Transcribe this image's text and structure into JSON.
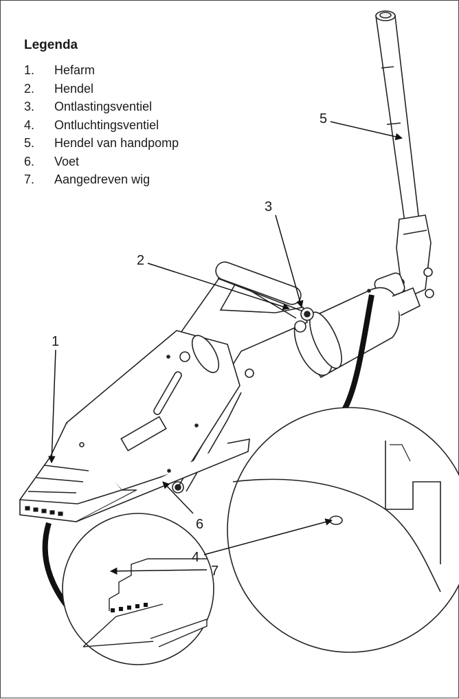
{
  "legend": {
    "title": "Legenda",
    "items": [
      {
        "num": "1.",
        "label": "Hefarm"
      },
      {
        "num": "2.",
        "label": "Hendel"
      },
      {
        "num": "3.",
        "label": "Ontlastingsventiel"
      },
      {
        "num": "4.",
        "label": "Ontluchtingsventiel"
      },
      {
        "num": "5.",
        "label": "Hendel van handpomp"
      },
      {
        "num": "6.",
        "label": "Voet"
      },
      {
        "num": "7.",
        "label": "Aangedreven wig"
      }
    ]
  },
  "callouts": {
    "c1": "1",
    "c2": "2",
    "c3": "3",
    "c4": "4",
    "c5": "5",
    "c6": "6",
    "c7": "7"
  }
}
